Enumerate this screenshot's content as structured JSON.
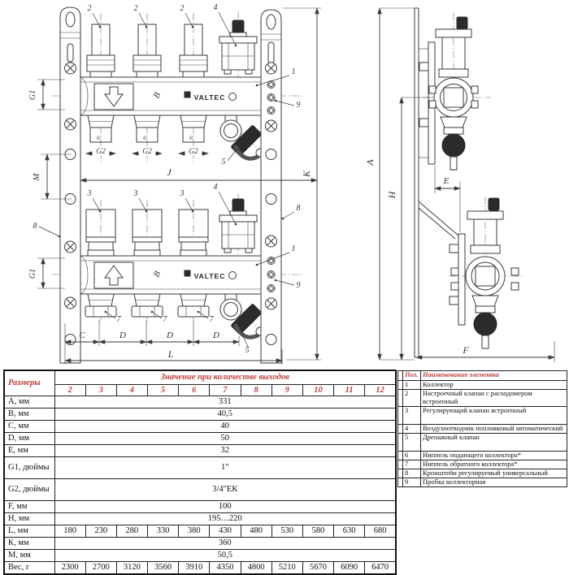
{
  "drawing": {
    "brand": "VALTEC",
    "dims": {
      "A": "A",
      "B": "B",
      "C": "C",
      "D": "D",
      "E": "E",
      "F": "F",
      "G1": "G1",
      "G2": "G2",
      "H": "H",
      "J": "J",
      "K": "K",
      "L": "L",
      "M": "M"
    },
    "callouts": {
      "p1": "1",
      "p2": "2",
      "p3": "3",
      "p4": "4",
      "p5": "5",
      "p6": "6",
      "p7": "7",
      "p8": "8",
      "p9": "9"
    }
  },
  "size_table": {
    "header_col": "Размеры",
    "header_span": "Значение при количестве выходов",
    "outlet_counts": [
      "2",
      "3",
      "4",
      "5",
      "6",
      "7",
      "8",
      "9",
      "10",
      "11",
      "12"
    ],
    "rows": [
      {
        "label": "A, мм",
        "value": "331"
      },
      {
        "label": "B, мм",
        "value": "40,5"
      },
      {
        "label": "C, мм",
        "value": "40"
      },
      {
        "label": "D, мм",
        "value": "50"
      },
      {
        "label": "E, мм",
        "value": "32"
      },
      {
        "label": "G1, дюймы",
        "value": "1\""
      },
      {
        "label": "G2, дюймы",
        "value": "3/4\"ЕК"
      },
      {
        "label": "F, мм",
        "value": "100"
      },
      {
        "label": "H, мм",
        "value": "195…220"
      },
      {
        "label": "L, мм",
        "values": [
          "180",
          "230",
          "280",
          "330",
          "380",
          "430",
          "480",
          "530",
          "580",
          "630",
          "680"
        ]
      },
      {
        "label": "К, мм",
        "value": "360"
      },
      {
        "label": "M, мм",
        "value": "50,5"
      },
      {
        "label": "Вес, г",
        "values": [
          "2300",
          "2700",
          "3120",
          "3560",
          "3910",
          "4350",
          "4800",
          "5210",
          "5670",
          "6090",
          "6470"
        ]
      }
    ]
  },
  "parts_table": {
    "col_pos": "Поз.",
    "col_name": "Наименование элемента",
    "rows": [
      {
        "pos": "1",
        "name": "Коллектор"
      },
      {
        "pos": "2",
        "name": "Настроечный клапан с расходомером встроенный"
      },
      {
        "pos": "3",
        "name": "Регулирующий клапан встроенный"
      },
      {
        "pos": "4",
        "name": "Воздухоотводчик поплавковый автоматический"
      },
      {
        "pos": "5",
        "name": "Дренажный клапан"
      },
      {
        "pos": "6",
        "name": "Ниппель подающего коллектора*"
      },
      {
        "pos": "7",
        "name": "Ниппель обратного коллектора*"
      },
      {
        "pos": "8",
        "name": "Кронштейн регулируемый универсальный"
      },
      {
        "pos": "9",
        "name": "Пробка коллекторная"
      }
    ]
  },
  "colors": {
    "accent_red": "#c03b3b",
    "line": "#3a3a3a"
  }
}
